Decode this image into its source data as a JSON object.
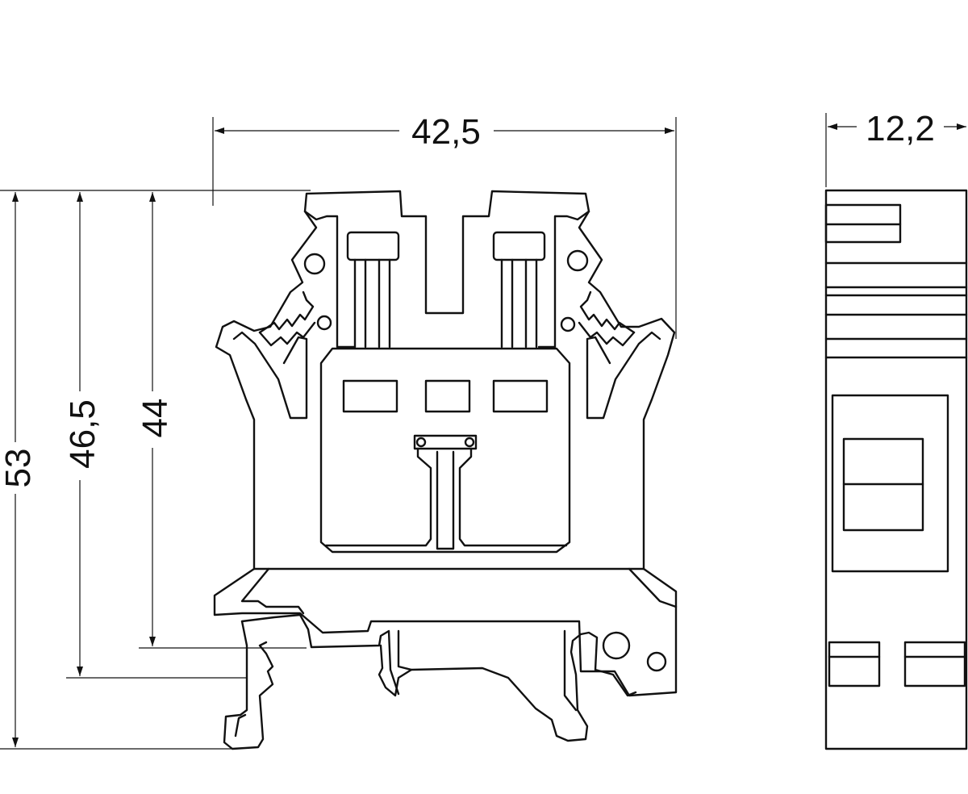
{
  "drawing": {
    "dimensions": {
      "width_front": "42,5",
      "width_side": "12,2",
      "height_total": "53",
      "height_rail": "46,5",
      "height_body": "44"
    },
    "colors": {
      "line": "#111111",
      "background": "#ffffff"
    }
  }
}
